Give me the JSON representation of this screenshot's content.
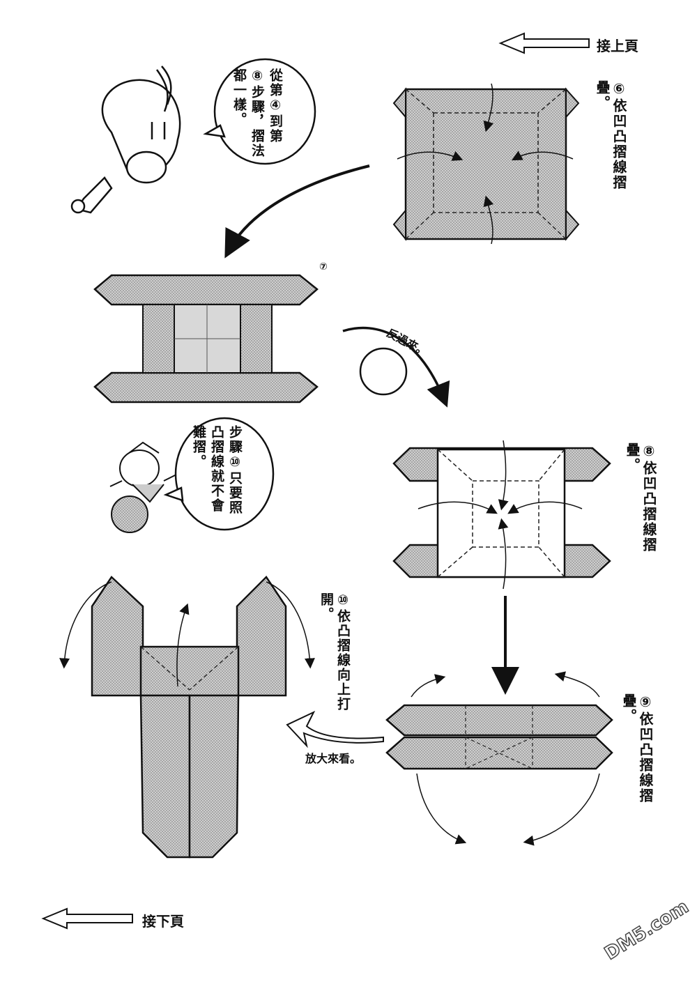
{
  "nav": {
    "prev_label": "接上頁",
    "next_label": "接下頁"
  },
  "bubbles": {
    "top": [
      "從第④到",
      "第⑧步驟，",
      "摺法都一",
      "樣。"
    ],
    "middle": [
      "步驟⑩只要",
      "照凸摺線",
      "就不會難摺。"
    ]
  },
  "steps": {
    "s6": "⑥依凹凸摺線摺疊。",
    "s7": "⑦",
    "s8": "⑧依凹凸摺線摺疊。",
    "s9": "⑨依凹凸摺線摺疊。",
    "s10": "⑩依凸摺線向上打開。"
  },
  "captions": {
    "turn_over": "反過來。",
    "zoom_in": "放大來看。"
  },
  "watermark": "DM5.com",
  "colors": {
    "paper_gray": "#c8c8c8",
    "ink": "#111111"
  }
}
